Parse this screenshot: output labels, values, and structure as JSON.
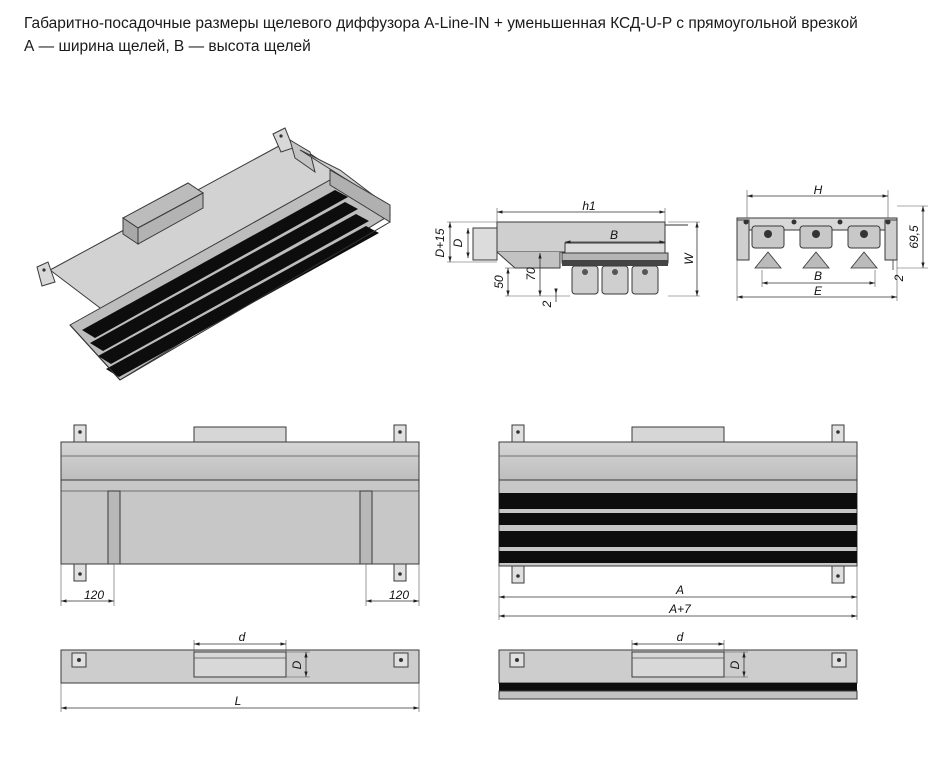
{
  "caption": {
    "line1": "Габаритно-посадочные размеры щелевого диффузора A-Line-IN + уменьшенная КСД-U-P с прямоугольной врезкой",
    "line2": "А — ширина щелей, В — высота щелей"
  },
  "side_view": {
    "h1": "h1",
    "B": "B",
    "D15": "D+15",
    "D": "D",
    "d50": "50",
    "d70": "70",
    "d2": "2",
    "W": "W"
  },
  "end_view": {
    "H": "H",
    "B": "B",
    "E": "E",
    "d69": "69,5",
    "d2": "2"
  },
  "front_left": {
    "left": "120",
    "right": "120"
  },
  "front_right": {
    "A": "A",
    "A7": "A+7"
  },
  "top_left": {
    "d": "d",
    "D": "D",
    "L": "L"
  },
  "top_right": {
    "d": "d",
    "D": "D"
  },
  "colors": {
    "body": "#c9c9c9",
    "body_dark": "#a9a9a9",
    "slot": "#0d0d0d",
    "line": "#333333"
  }
}
